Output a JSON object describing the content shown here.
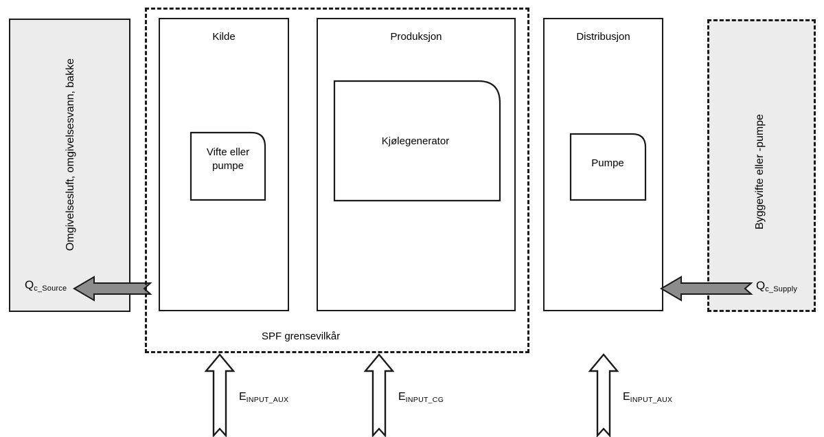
{
  "diagram": {
    "title": "SPF grensevilkar systemdiagram",
    "colors": {
      "gray_fill": "#ececec",
      "arrow_gray_fill": "#8c8c8c",
      "stroke": "#1a1a1a",
      "white_fill": "#ffffff"
    }
  },
  "source_environment": {
    "label": "Omgivelsesluft, omgivelsesvann, bakke",
    "flow": {
      "symbol": "Q",
      "subscript": "c_Source"
    }
  },
  "boundary": {
    "label": "SPF grensevilkår"
  },
  "panels": [
    {
      "id": "kilde",
      "title": "Kilde",
      "component": "Vifte eller\npumpe",
      "component_line1": "Vifte eller",
      "component_line2": "pumpe"
    },
    {
      "id": "produksjon",
      "title": "Produksjon",
      "component": "Kjølegenerator"
    },
    {
      "id": "distribusjon",
      "title": "Distribusjon",
      "component": "Pumpe"
    }
  ],
  "supply_environment": {
    "label": "Byggevifte eller -pumpe",
    "flow": {
      "symbol": "Q",
      "subscript": "c_Supply"
    }
  },
  "energy_inputs": [
    {
      "id": "kilde-aux",
      "symbol": "E",
      "subscript": "INPUT_AUX"
    },
    {
      "id": "produksjon-cg",
      "symbol": "E",
      "subscript": "INPUT_CG"
    },
    {
      "id": "distribusjon-aux",
      "symbol": "E",
      "subscript": "INPUT_AUX"
    }
  ]
}
